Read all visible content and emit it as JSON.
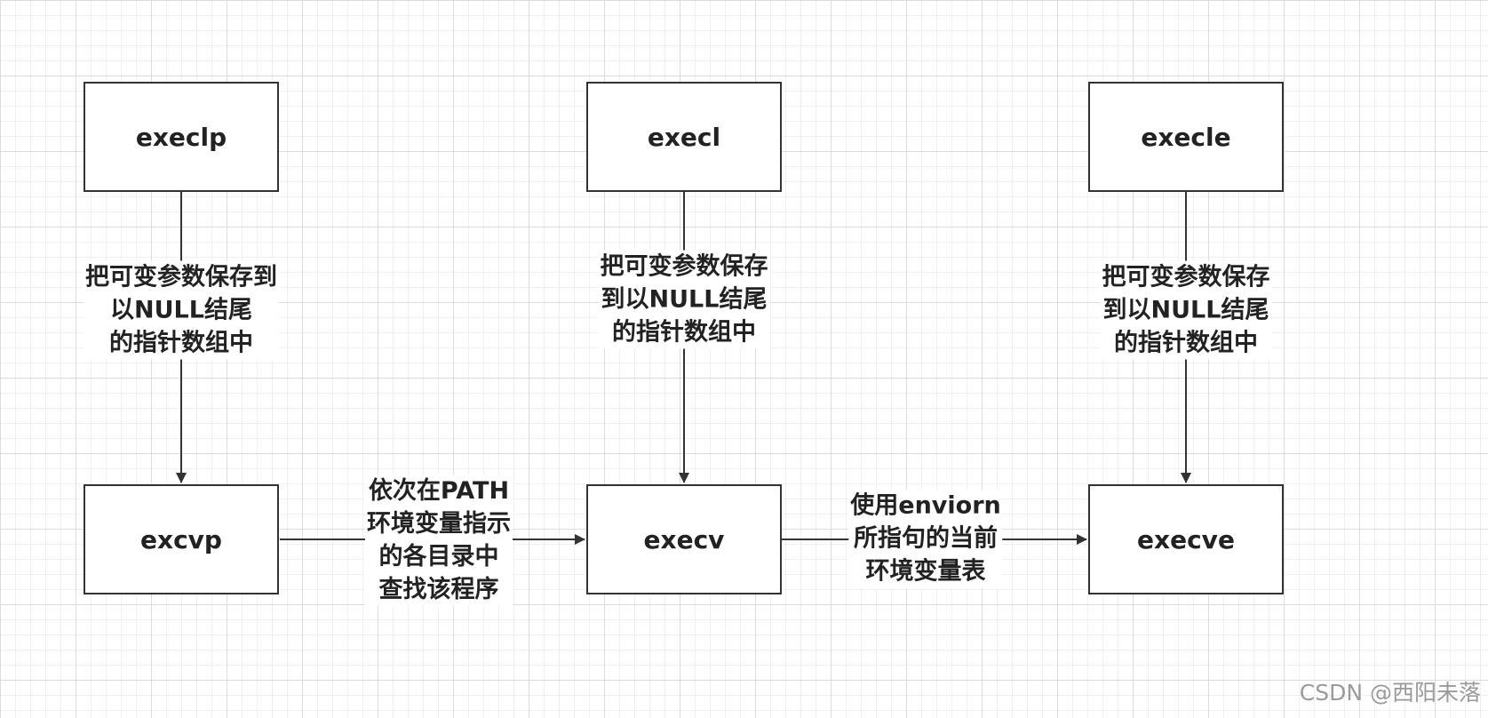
{
  "nodes": {
    "execlp": "execlp",
    "execl": "execl",
    "execle": "execle",
    "excvp": "excvp",
    "execv": "execv",
    "execve": "execve"
  },
  "edges": {
    "execlp_to_excvp": [
      "把可变参数保存到",
      "以NULL结尾",
      "的指针数组中"
    ],
    "execl_to_execv": [
      "把可变参数保存",
      "到以NULL结尾",
      "的指针数组中"
    ],
    "execle_to_execve": [
      "把可变参数保存",
      "到以NULL结尾",
      "的指针数组中"
    ],
    "excvp_to_execv": [
      "依次在PATH",
      "环境变量指示",
      "的各目录中",
      "查找该程序"
    ],
    "execv_to_execve": [
      "使用enviorn",
      "所指句的当前",
      "环境变量表"
    ]
  },
  "watermark": "CSDN @西阳未落",
  "colors": {
    "stroke": "#333333",
    "text": "#222222",
    "watermark": "#9a9a9a"
  }
}
